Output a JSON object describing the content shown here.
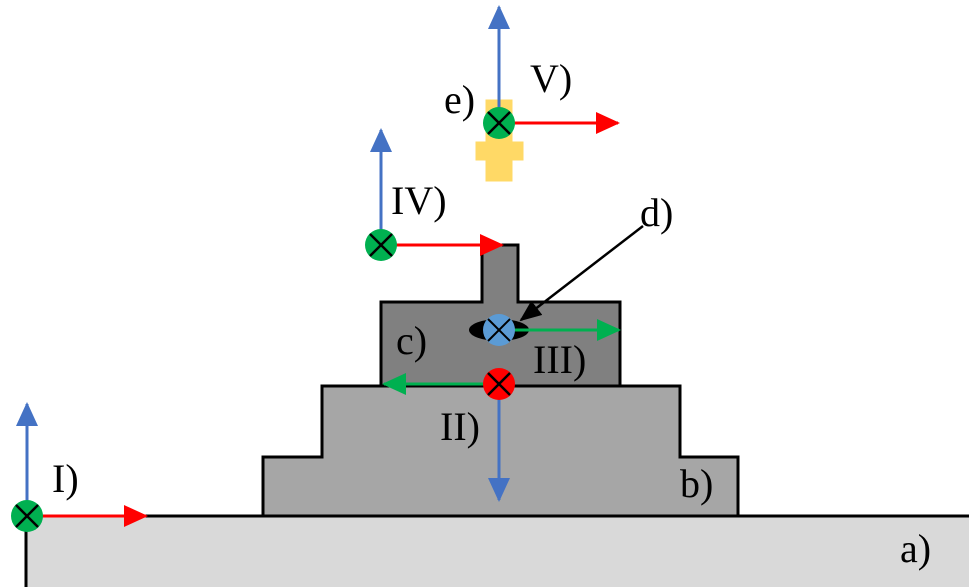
{
  "labels": {
    "a": "a)",
    "b": "b)",
    "c": "c)",
    "d": "d)",
    "e": "e)",
    "frame1": "I)",
    "frame2": "II)",
    "frame3": "III)",
    "frame4": "IV)",
    "frame5": "V)"
  },
  "colors": {
    "base_fill": "#d9d9d9",
    "part_b_fill": "#a6a6a6",
    "part_c_fill": "#808080",
    "outline": "#000000",
    "axis_red": "#ff0000",
    "axis_blue": "#4472c4",
    "axis_green": "#00b050",
    "marker_green": "#00b050",
    "marker_red": "#ff0000",
    "marker_blue": "#5b9bd5",
    "part_e_fill": "#ffd966"
  },
  "icons": {
    "frame_origin": "circle-cross-icon",
    "pointer": "arrow-icon"
  }
}
